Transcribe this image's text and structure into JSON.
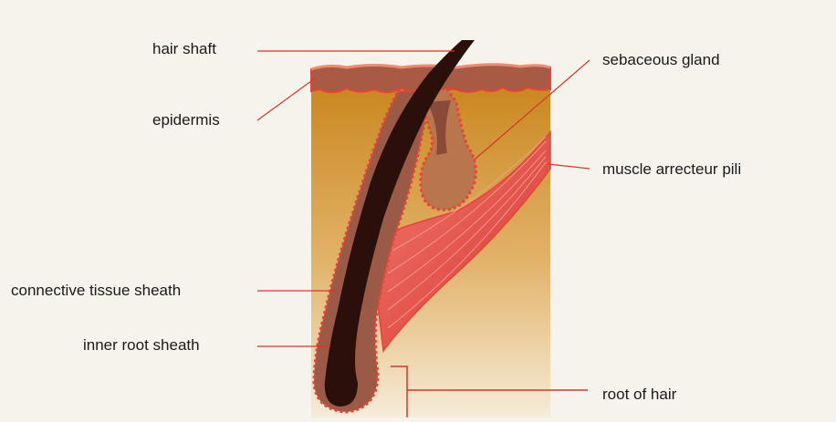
{
  "diagram": {
    "labels": {
      "hair_shaft": "hair shaft",
      "epidermis": "epidermis",
      "connective_tissue_sheath": "connective tissue sheath",
      "inner_root_sheath": "inner root sheath",
      "sebaceous_gland": "sebaceous gland",
      "muscle_arrecteur_pili": "muscle arrecteur pili",
      "root_of_hair": "root of hair"
    },
    "colors": {
      "background": "#f6f3ec",
      "dermis_top": "#c9841a",
      "dermis_bottom": "#f6ecd8",
      "epidermis": "#a75a44",
      "sheath": "#9a5a45",
      "hair": "#2a0f0a",
      "cell_outline": "#e8433a",
      "muscle": "#e2453e",
      "leader_line": "#d9342c"
    }
  }
}
